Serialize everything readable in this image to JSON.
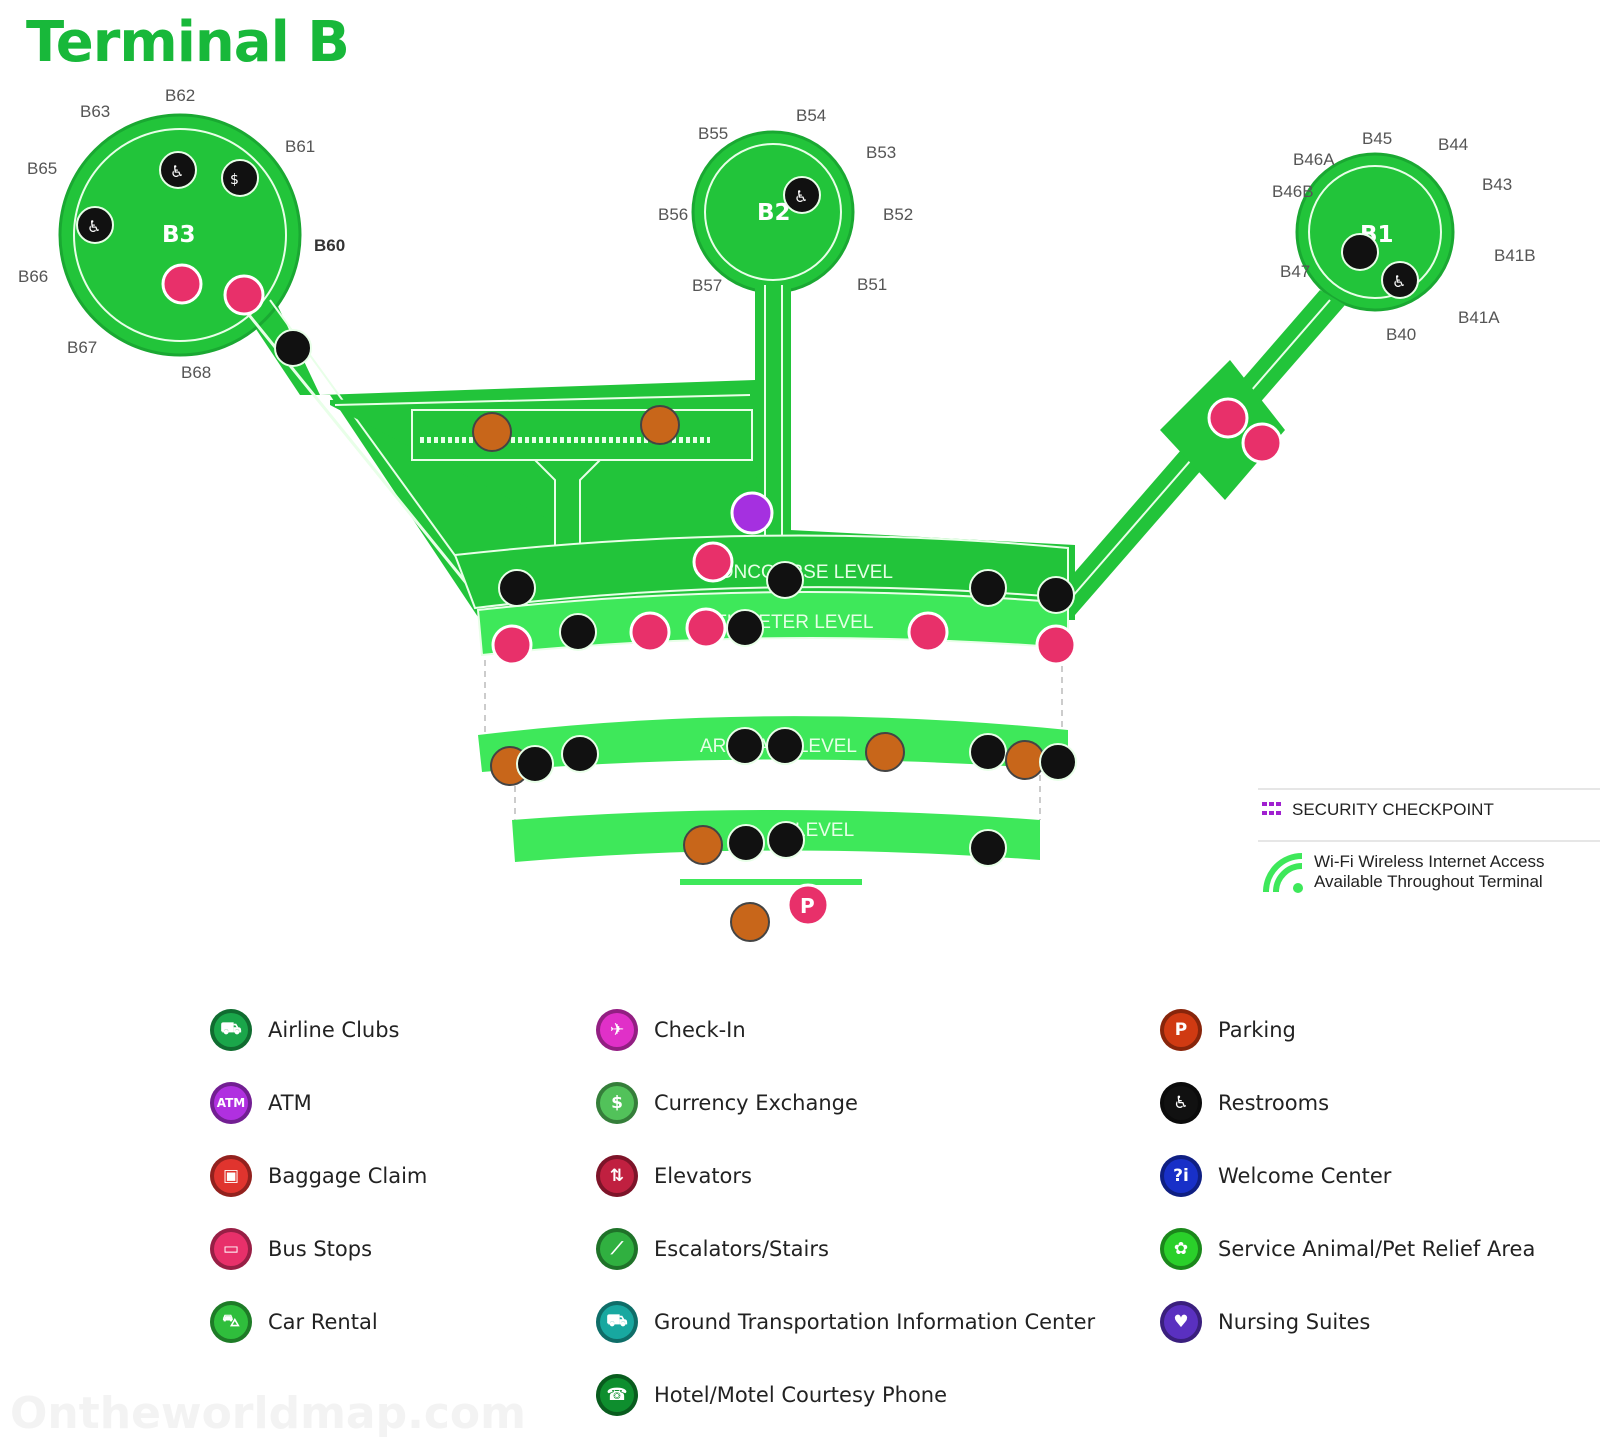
{
  "title": "Terminal B",
  "gates": {
    "b3_group": [
      "B63",
      "B62",
      "B61",
      "B65",
      "B60",
      "B66",
      "B67",
      "B68"
    ],
    "b2_group": [
      "B55",
      "B54",
      "B53",
      "B56",
      "B52",
      "B57",
      "B51"
    ],
    "b1_group": [
      "B45",
      "B44",
      "B46A",
      "B43",
      "B46B",
      "B41B",
      "B47",
      "B41A",
      "B40"
    ]
  },
  "hubs": {
    "b3": "B3",
    "b2": "B2",
    "b1": "B1"
  },
  "levels": {
    "concourse": "CONCOURSE LEVEL",
    "ticket": "TICKETER LEVEL",
    "arrivals": "ARRIVALS LEVEL",
    "ground": "LEVEL"
  },
  "notes": {
    "security": "SECURITY CHECKPOINT",
    "wifi_line1": "Wi-Fi Wireless Internet Access",
    "wifi_line2": "Available Throughout Terminal"
  },
  "legend": [
    {
      "label": "Airline Clubs",
      "icon": "airline-club-icon",
      "color": "#1aa64a",
      "glyph": "⛟"
    },
    {
      "label": "ATM",
      "icon": "atm-icon",
      "color": "#b030e0",
      "glyph": "ATM"
    },
    {
      "label": "Baggage Claim",
      "icon": "baggage-claim-icon",
      "color": "#e0342e",
      "glyph": "▣"
    },
    {
      "label": "Bus Stops",
      "icon": "bus-stop-icon",
      "color": "#e8306a",
      "glyph": "▭"
    },
    {
      "label": "Car Rental",
      "icon": "car-rental-icon",
      "color": "#2fbe3c",
      "glyph": "⛍"
    },
    {
      "label": "Check-In",
      "icon": "check-in-icon",
      "color": "#e030c8",
      "glyph": "✈"
    },
    {
      "label": "Currency Exchange",
      "icon": "currency-exchange-icon",
      "color": "#52c25a",
      "glyph": "$"
    },
    {
      "label": "Elevators",
      "icon": "elevator-icon",
      "color": "#c02040",
      "glyph": "⇅"
    },
    {
      "label": "Escalators/Stairs",
      "icon": "escalator-icon",
      "color": "#30b040",
      "glyph": "⟋"
    },
    {
      "label": "Ground Transportation Information Center",
      "icon": "ground-transport-icon",
      "color": "#18a8a0",
      "glyph": "⛟"
    },
    {
      "label": "Hotel/Motel Courtesy Phone",
      "icon": "hotel-phone-icon",
      "color": "#0e8e2e",
      "glyph": "☎"
    },
    {
      "label": "Parking",
      "icon": "parking-icon",
      "color": "#d03a12",
      "glyph": "P"
    },
    {
      "label": "Restrooms",
      "icon": "restroom-icon",
      "color": "#111111",
      "glyph": "♿"
    },
    {
      "label": "Welcome Center",
      "icon": "welcome-center-icon",
      "color": "#1830c8",
      "glyph": "?i"
    },
    {
      "label": "Service Animal/Pet Relief Area",
      "icon": "pet-relief-icon",
      "color": "#2ad02a",
      "glyph": "✿"
    },
    {
      "label": "Nursing Suites",
      "icon": "nursing-suite-icon",
      "color": "#5a30c0",
      "glyph": "♥"
    }
  ],
  "watermark": "Ontheworldmap.com",
  "colors": {
    "terminal": "#22c43a",
    "terminal_light": "#3ee85a",
    "outline": "#e8ffe8"
  }
}
